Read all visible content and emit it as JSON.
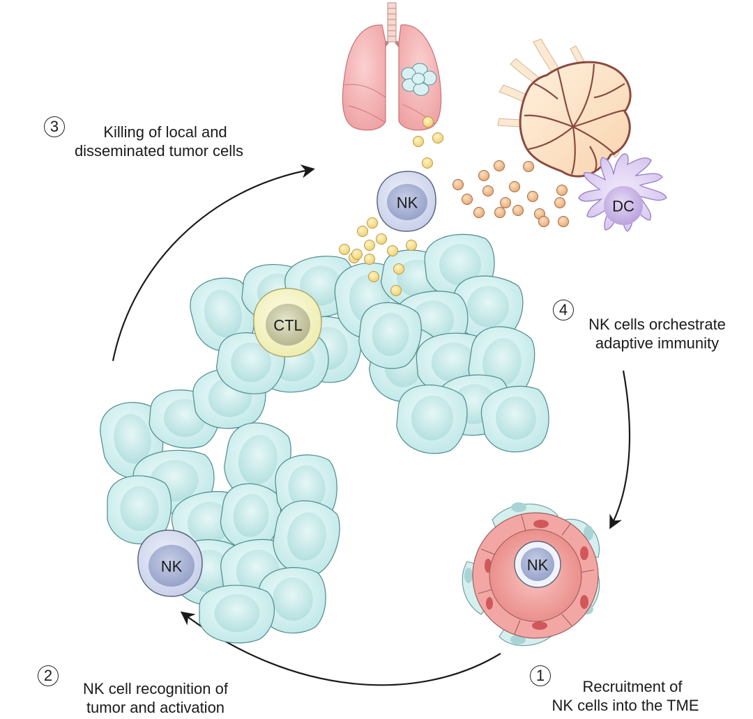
{
  "figure": {
    "type": "cancer-immunity-cycle-diagram",
    "steps": [
      {
        "number": "1",
        "line1": "Recruitment of",
        "line2": "NK cells into the TME"
      },
      {
        "number": "2",
        "line1": "NK cell recognition of",
        "line2": "tumor and activation"
      },
      {
        "number": "3",
        "line1": "Killing of local and",
        "line2": "disseminated tumor cells"
      },
      {
        "number": "4",
        "line1": "NK cells orchestrate",
        "line2": "adaptive immunity"
      }
    ],
    "cells": {
      "nk_top": "NK",
      "nk_left": "NK",
      "nk_vessel": "NK",
      "ctl": "CTL",
      "dc": "DC"
    },
    "organs": [
      "lung",
      "lymph-node",
      "blood-vessel",
      "tumor-mass"
    ],
    "colors": {
      "tumor_cell": "#cdeeee",
      "tumor_outline": "#4e8a8c",
      "nk_cell": "#c9d2ea",
      "ctl_cell": "#f3f1b8",
      "dc_cell": "#dccbee",
      "vessel": "#ee9a98",
      "lung": "#f2b5b6",
      "lymph_node": "#fbe0c4",
      "lymph_node_outline": "#8a4a40",
      "cytokine_yellow": "#f4d98a",
      "cytokine_orange": "#f0b98a",
      "arrow": "#1a1a1a"
    }
  }
}
